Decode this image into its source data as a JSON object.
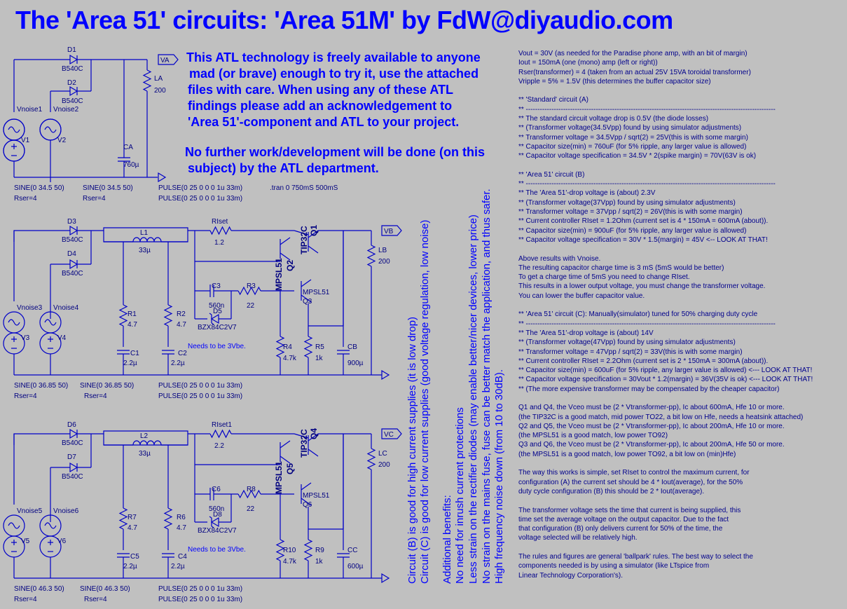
{
  "title": "The 'Area 51' circuits: 'Area 51M' by FdW@diyaudio.com",
  "blurb1": [
    "This ATL technology is freely available to anyone",
    "mad (or brave) enough to try it, use the attached",
    "files with care. When using any of these ATL",
    "findings please add an acknowledgement to",
    "'Area 51'-component and ATL to your project."
  ],
  "blurb2": [
    "No further work/development will be done (on this",
    "subject) by the ATL department."
  ],
  "notes": [
    "Vout = 30V (as needed for the Paradise phone amp, with an bit of margin)",
    "Iout = 150mA (one (mono) amp (left or right))",
    "Rser(transformer) = 4 (taken from an actual 25V 15VA toroidal transformer)",
    "Vripple = 5% = 1.5V (this determines the buffer capacitor size)",
    "",
    "** 'Standard' circuit (A)",
    "** -----------------------------------------------------------------------------------------------------------",
    "** The standard circuit voltage drop is 0.5V (the diode losses)",
    "** (Transformer voltage(34.5Vpp) found by using simulator adjustments)",
    "** Transformer voltage = 34.5Vpp / sqrt(2) = 25V(this is with some margin)",
    "** Capacitor size(min) = 760uF (for 5% ripple, any larger value is allowed)",
    "** Capacitor voltage specification = 34.5V * 2(spike margin) = 70V(63V is ok)",
    "",
    "** 'Area 51' circuit (B)",
    "** -----------------------------------------------------------------------------------------------------------",
    "** The 'Area 51'-drop voltage is (about) 2.3V",
    "** (Transformer voltage(37Vpp) found by using simulator adjustments)",
    "** Transformer voltage = 37Vpp / sqrt(2) = 26V(this is with some margin)",
    "** Current controller RIset = 1.2Ohm (current set is 4 * 150mA = 600mA (about)).",
    "** Capacitor size(min) = 900uF (for 5% ripple, any larger value is allowed)",
    "** Capacitor voltage specification = 30V * 1.5(margin) = 45V <-- LOOK AT THAT!",
    "",
    "Above results with Vnoise.",
    "The resulting capacitor charge time is 3 mS (5mS would be better)",
    "To get a charge time of 5mS you need to change RIset.",
    "This results in a lower output voltage, you must change the transformer voltage.",
    "You can lower the buffer capacitor value.",
    "",
    "** 'Area 51' circuit (C): Manually(simulator) tuned for 50% charging duty cycle",
    "** -----------------------------------------------------------------------------------------------------------",
    "** The 'Area 51'-drop voltage is (about) 14V",
    "** (Transformer voltage(47Vpp) found by using simulator adjustments)",
    "** Transformer voltage = 47Vpp / sqrt(2) = 33V(this is with some margin)",
    "** Current controller RIset = 2.2Ohm (current set is 2 * 150mA = 300mA (about)).",
    "** Capacitor size(min) = 600uF (for 5% ripple, any larger value is allowed) <--- LOOK AT THAT!",
    "** Capacitor voltage specification = 30Vout * 1.2(margin) = 36V(35V is ok) <--- LOOK AT THAT!",
    "** (The more expensive transformer may be compensated by the cheaper capacitor)",
    "",
    "Q1 and Q4, the Vceo must be (2 * Vtransformer-pp), Ic about 600mA, Hfe 10 or more.",
    " (the TIP32C is a good match, mid power TO22, a bit low on Hfe, needs a heatsink attached)",
    "Q2 and Q5, the Vceo must be (2 * Vtransformer-pp), Ic about 200mA, Hfe 10 or more.",
    " (the MPSL51 is a good match, low power TO92)",
    "Q3 and Q6, the Vceo must be (2 * Vtransformer-pp), Ic about 200mA, Hfe 50 or more.",
    " (the MPSL51 is a good match, low power TO92, a bit low on (min)Hfe)",
    "",
    "The way this works is simple, set RIset to control the maximum current, for",
    " configuration (A) the current set should be 4 * Iout(average), for the 50%",
    " duty cycle configuration (B) this should be 2 * Iout(average).",
    "",
    "The transformer voltage sets the time that current is being supplied, this",
    " time set the average voltage on the output capacitor. Due to the fact",
    " that configuration (B) only delivers current for 50% of the time, the",
    " voltage selected will be relatively high.",
    "",
    "The rules and figures are general 'ballpark' rules. The best way to select the",
    " components needed is by using a simulator (like LTspice from",
    " Linear Technology Corporation's)."
  ],
  "vertical_text": [
    "Circuit (B) is good for high current supplies (it is low drop)",
    "Circuit (C) is good for low current supplies (good voltage regulation, low noise)",
    "",
    "Additional benefits:",
    "No need for inrush current protections",
    "Less strain on the rectifier diodes (may enable better/nicer devices, lower price)",
    "No strain on the mains fuse, fuse can be better match the application, and thus safer.",
    "High frequency noise down (from  10 to 30dB)."
  ],
  "labels": {
    "A": {
      "d1": "D1",
      "d1t": "B540C",
      "d2": "D2",
      "d2t": "B540C",
      "vn1": "Vnoise1",
      "vn2": "Vnoise2",
      "v1": "V1",
      "v2": "V2",
      "ca": "CA",
      "cav": "760µ",
      "la": "LA",
      "lav": "200",
      "va": "VA",
      "s1": "SINE(0 34.5 50)",
      "s2": "SINE(0 34.5 50)",
      "r1": "Rser=4",
      "r2": "Rser=4",
      "p1": "PULSE(0 25 0 0 0 1u 33m)",
      "p2": "PULSE(0 25 0 0 0 1u 33m)",
      "tran": ".tran 0 750mS 500mS"
    },
    "B": {
      "d1": "D3",
      "d1t": "B540C",
      "d2": "D4",
      "d2t": "B540C",
      "vn1": "Vnoise3",
      "vn2": "Vnoise4",
      "v1": "V3",
      "v2": "V4",
      "l": "L1",
      "lv": "33µ",
      "riset": "RIset",
      "risetv": "1.2",
      "q1": "TIP32C",
      "q1n": "Q1",
      "q2": "MPSL51",
      "q2n": "Q2",
      "q3": "MPSL51",
      "q3n": "Q3",
      "c3": "C3",
      "c3v": "560n",
      "r3": "R3",
      "r3v": "22",
      "d5": "D5",
      "d5t": "BZX84C2V7",
      "note": "Needs to be 3Vbe.",
      "r1": "R1",
      "r1v": "4.7",
      "r2": "R2",
      "r2v": "4.7",
      "c1": "C1",
      "c1v": "2.2µ",
      "c2": "C2",
      "c2v": "2.2µ",
      "r4": "R4",
      "r4v": "4.7k",
      "r5": "R5",
      "r5v": "1k",
      "cb": "CB",
      "cbv": "900µ",
      "lb": "LB",
      "lbv": "200",
      "vb": "VB",
      "s1": "SINE(0 36.85 50)",
      "s2": "SINE(0 36.85 50)",
      "rs1": "Rser=4",
      "rs2": "Rser=4",
      "p1": "PULSE(0 25 0 0 0 1u 33m)",
      "p2": "PULSE(0 25 0 0 0 1u 33m)"
    },
    "C": {
      "d1": "D6",
      "d1t": "B540C",
      "d2": "D7",
      "d2t": "B540C",
      "vn1": "Vnoise5",
      "vn2": "Vnoise6",
      "v1": "V5",
      "v2": "V6",
      "l": "L2",
      "lv": "33µ",
      "riset": "RIset1",
      "risetv": "2.2",
      "q1": "TIP32C",
      "q1n": "Q4",
      "q2": "MPSL51",
      "q2n": "Q5",
      "q3": "MPSL51",
      "q3n": "Q6",
      "c3": "C6",
      "c3v": "560n",
      "r3": "R8",
      "r3v": "22",
      "d5": "D8",
      "d5t": "BZX84C2V7",
      "note": "Needs to be 3Vbe.",
      "r1": "R7",
      "r1v": "4.7",
      "r2": "R6",
      "r2v": "4.7",
      "c1": "C5",
      "c1v": "2.2µ",
      "c2": "C4",
      "c2v": "2.2µ",
      "r4": "R10",
      "r4v": "4.7k",
      "r5": "R9",
      "r5v": "1k",
      "cb": "CC",
      "cbv": "600µ",
      "lb": "LC",
      "lbv": "200",
      "vb": "VC",
      "s1": "SINE(0 46.3 50)",
      "s2": "SINE(0 46.3 50)",
      "rs1": "Rser=4",
      "rs2": "Rser=4",
      "p1": "PULSE(0 25 0 0 0 1u 33m)",
      "p2": "PULSE(0 25 0 0 0 1u 33m)"
    }
  }
}
